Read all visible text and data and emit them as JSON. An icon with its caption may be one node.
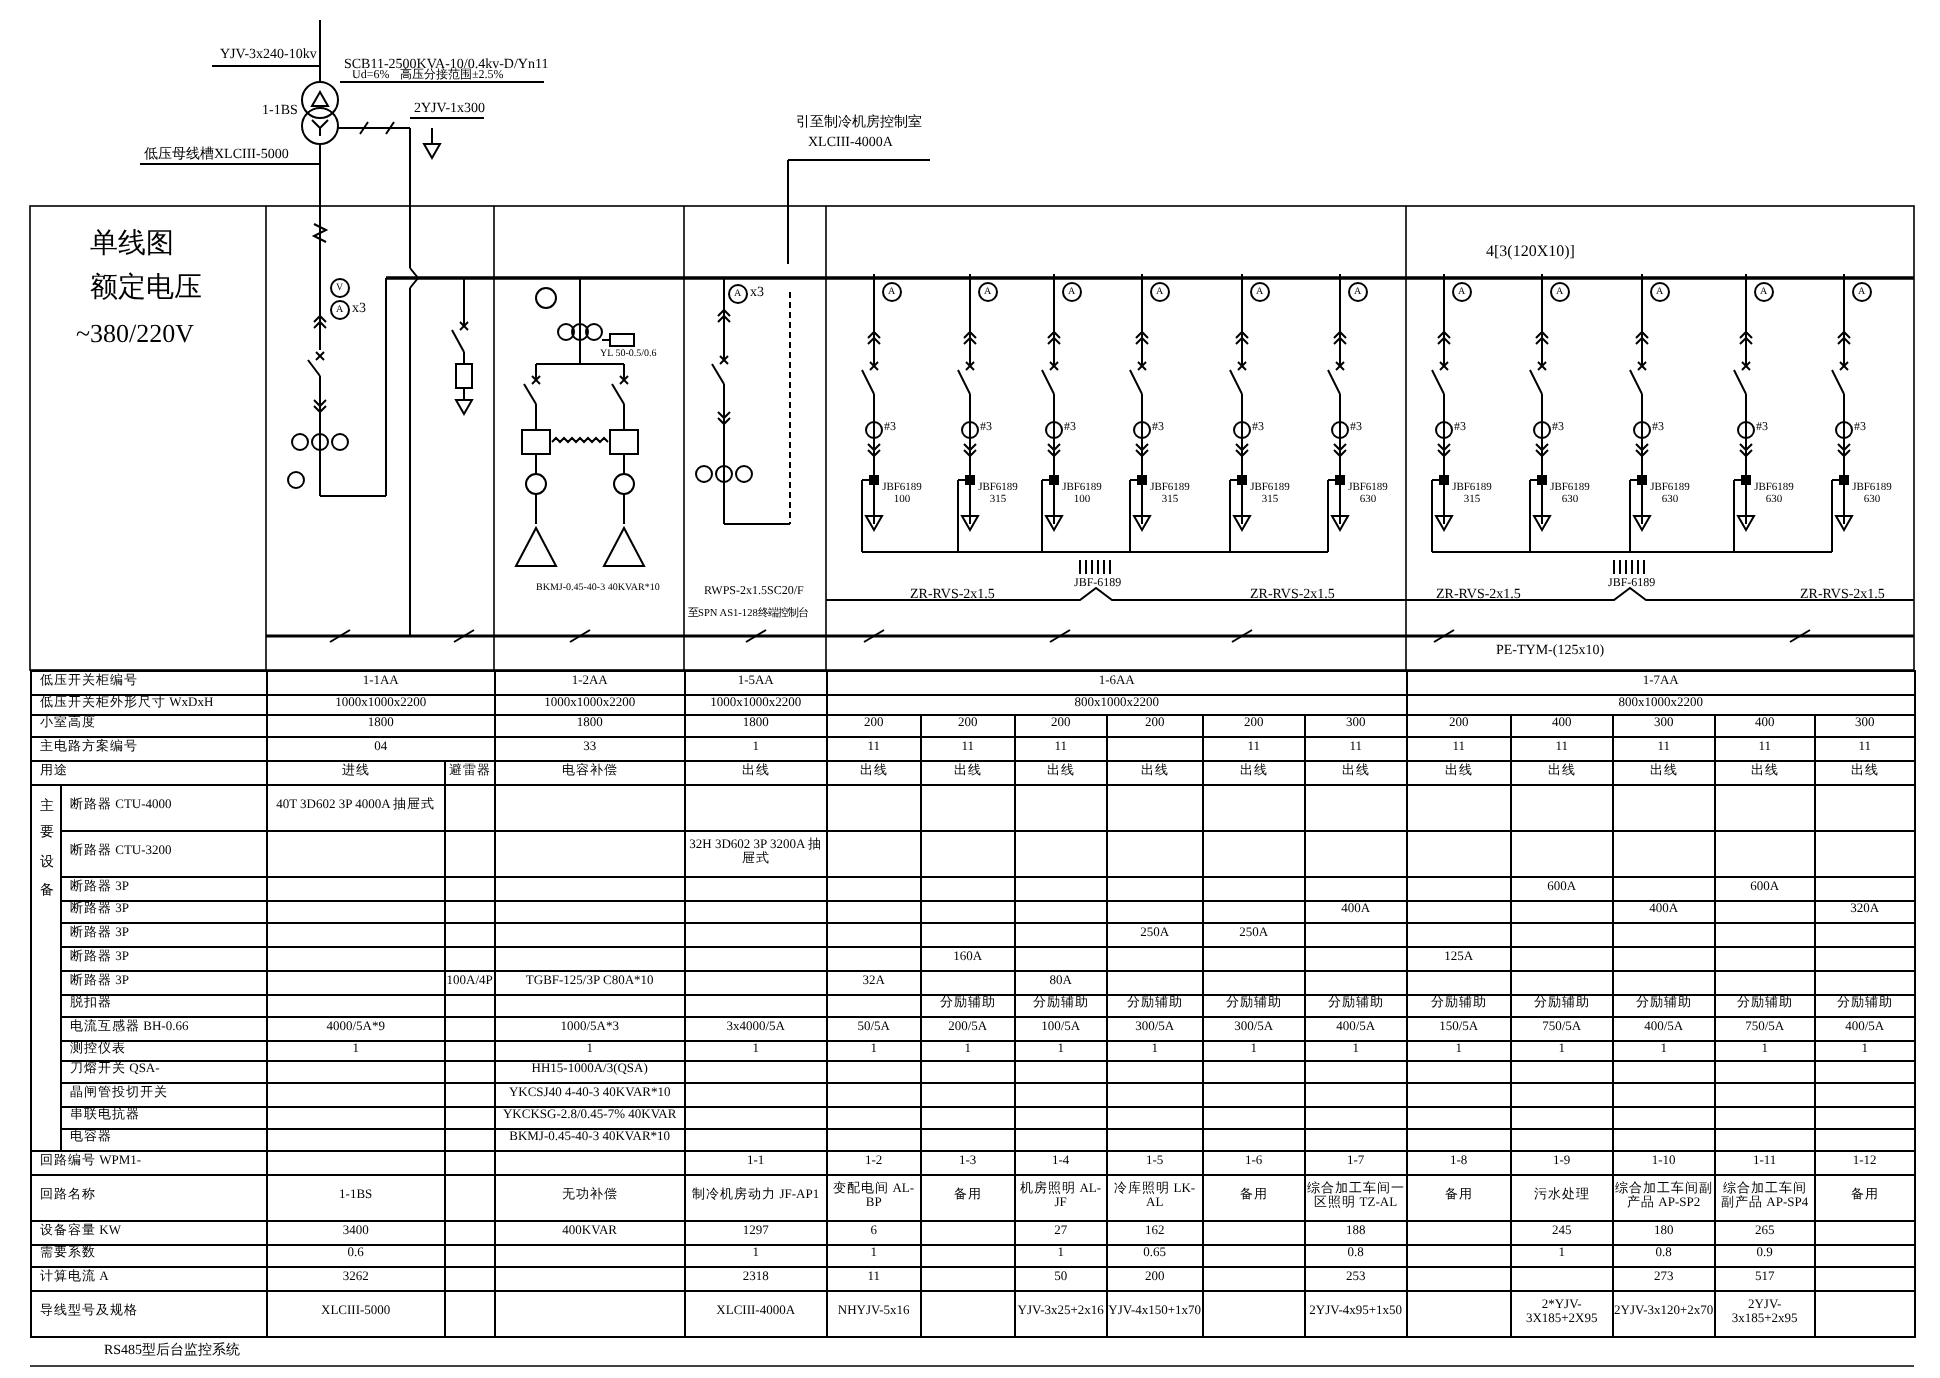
{
  "diagram": {
    "labels": [
      "YJV-3x240-10kv",
      "SCB11-2500KVA-10/0.4kv-D/Yn11",
      "Ud=6%",
      "高压分接范围±2.5%",
      "1-1BS",
      "2YJV-1x300",
      "引至制冷机房控制室",
      "XLCIII-4000A",
      "低压母线槽XLCIII-5000",
      "单线图",
      "额定电压",
      "~380/220V",
      "4[3(120X10)]",
      "V",
      "A",
      "x3",
      "A",
      "x3",
      "A",
      "A",
      "A",
      "A",
      "A",
      "A",
      "A",
      "A",
      "A",
      "A",
      "A",
      "#3",
      "#3",
      "#3",
      "#3",
      "#3",
      "#3",
      "#3",
      "#3",
      "#3",
      "#3",
      "#3",
      "JBF6189 100",
      "JBF6189 315",
      "JBF6189 100",
      "JBF6189 315",
      "JBF6189 315",
      "JBF6189 630",
      "JBF6189 315",
      "JBF6189 630",
      "JBF6189 630",
      "JBF6189 630",
      "JBF6189 630",
      "YL 50-0.5/0.6",
      "BKMJ-0.45-40-3 40KVAR*10",
      "JBF-6189",
      "JBF-6189",
      "RWPS-2x1.5SC20/F",
      "至SPN AS1-128终端控制台",
      "ZR-RVS-2x1.5",
      "ZR-RVS-2x1.5",
      "ZR-RVS-2x1.5",
      "ZR-RVS-2x1.5",
      "PE-TYM-(125x10)",
      "低压开关柜编号",
      "1-1AA",
      "1-2AA",
      "1-5AA",
      "1-6AA",
      "1-7AA",
      "低压开关柜外形尺寸 WxDxH",
      "1000x1000x2200",
      "1000x1000x2200",
      "1000x1000x2200",
      "800x1000x2200",
      "800x1000x2200",
      "小室高度",
      "1800",
      "1800",
      "1800",
      "200",
      "200",
      "200",
      "200",
      "200",
      "300",
      "200",
      "400",
      "300",
      "400",
      "300",
      "主电路方案编号",
      "04",
      "33",
      "1",
      "11",
      "11",
      "11",
      "11",
      "11",
      "11",
      "11",
      "11",
      "11",
      "11",
      "用途",
      "进线",
      "避雷器",
      "电容补偿",
      "出线",
      "出线",
      "出线",
      "出线",
      "出线",
      "出线",
      "出线",
      "出线",
      "出线",
      "出线",
      "出线",
      "出线",
      "主要设备",
      "断路器 CTU-4000",
      "40T 3D602 3P 4000A 抽屉式",
      "断路器 CTU-3200",
      "32H 3D602 3P 3200A 抽屉式",
      "断路器 3P",
      "600A",
      "600A",
      "断路器 3P",
      "400A",
      "400A",
      "320A",
      "断路器 3P",
      "250A",
      "250A",
      "断路器 3P",
      "160A",
      "125A",
      "断路器 3P",
      "100A/4P",
      "TGBF-125/3P C80A*10",
      "32A",
      "80A",
      "脱扣器",
      "分励辅助",
      "分励辅助",
      "分励辅助",
      "分励辅助",
      "分励辅助",
      "分励辅助",
      "分励辅助",
      "分励辅助",
      "分励辅助",
      "分励辅助",
      "电流互感器 BH-0.66",
      "4000/5A*9",
      "1000/5A*3",
      "3x4000/5A",
      "50/5A",
      "200/5A",
      "100/5A",
      "300/5A",
      "300/5A",
      "400/5A",
      "150/5A",
      "750/5A",
      "400/5A",
      "750/5A",
      "400/5A",
      "测控仪表",
      "1",
      "1",
      "1",
      "1",
      "1",
      "1",
      "1",
      "1",
      "1",
      "1",
      "1",
      "1",
      "1",
      "1",
      "刀熔开关 QSA-",
      "HH15-1000A/3(QSA)",
      "晶闸管投切开关",
      "YKCSJ40 4-40-3 40KVAR*10",
      "串联电抗器",
      "YKCKSG-2.8/0.45-7% 40KVAR",
      "电容器",
      "BKMJ-0.45-40-3 40KVAR*10",
      "回路编号 WPM1-",
      "1-1",
      "1-2",
      "1-3",
      "1-4",
      "1-5",
      "1-6",
      "1-7",
      "1-8",
      "1-9",
      "1-10",
      "1-11",
      "1-12",
      "回路名称",
      "1-1BS",
      "无功补偿",
      "制冷机房动力 JF-AP1",
      "变配电间 AL-BP",
      "备用",
      "机房照明 AL-JF",
      "冷库照明 LK-AL",
      "备用",
      "综合加工车间一区照明 TZ-AL",
      "备用",
      "污水处理",
      "综合加工车间副产品 AP-SP2",
      "综合加工车间副产品 AP-SP4",
      "备用",
      "设备容量 KW",
      "3400",
      "400KVAR",
      "1297",
      "6",
      "27",
      "162",
      "188",
      "245",
      "180",
      "265",
      "需要系数",
      "0.6",
      "1",
      "1",
      "1",
      "0.65",
      "0.8",
      "1",
      "0.8",
      "0.9",
      "计算电流 A",
      "3262",
      "2318",
      "11",
      "50",
      "200",
      "253",
      "273",
      "517",
      "导线型号及规格",
      "XLCIII-5000",
      "XLCIII-4000A",
      "NHYJV-5x16",
      "YJV-3x25+2x16",
      "YJV-4x150+1x70",
      "2YJV-4x95+1x50",
      "2*YJV-3X185+2X95",
      "2YJV-3x120+2x70",
      "2YJV-3x185+2x95",
      "RS485型后台监控系统"
    ]
  }
}
